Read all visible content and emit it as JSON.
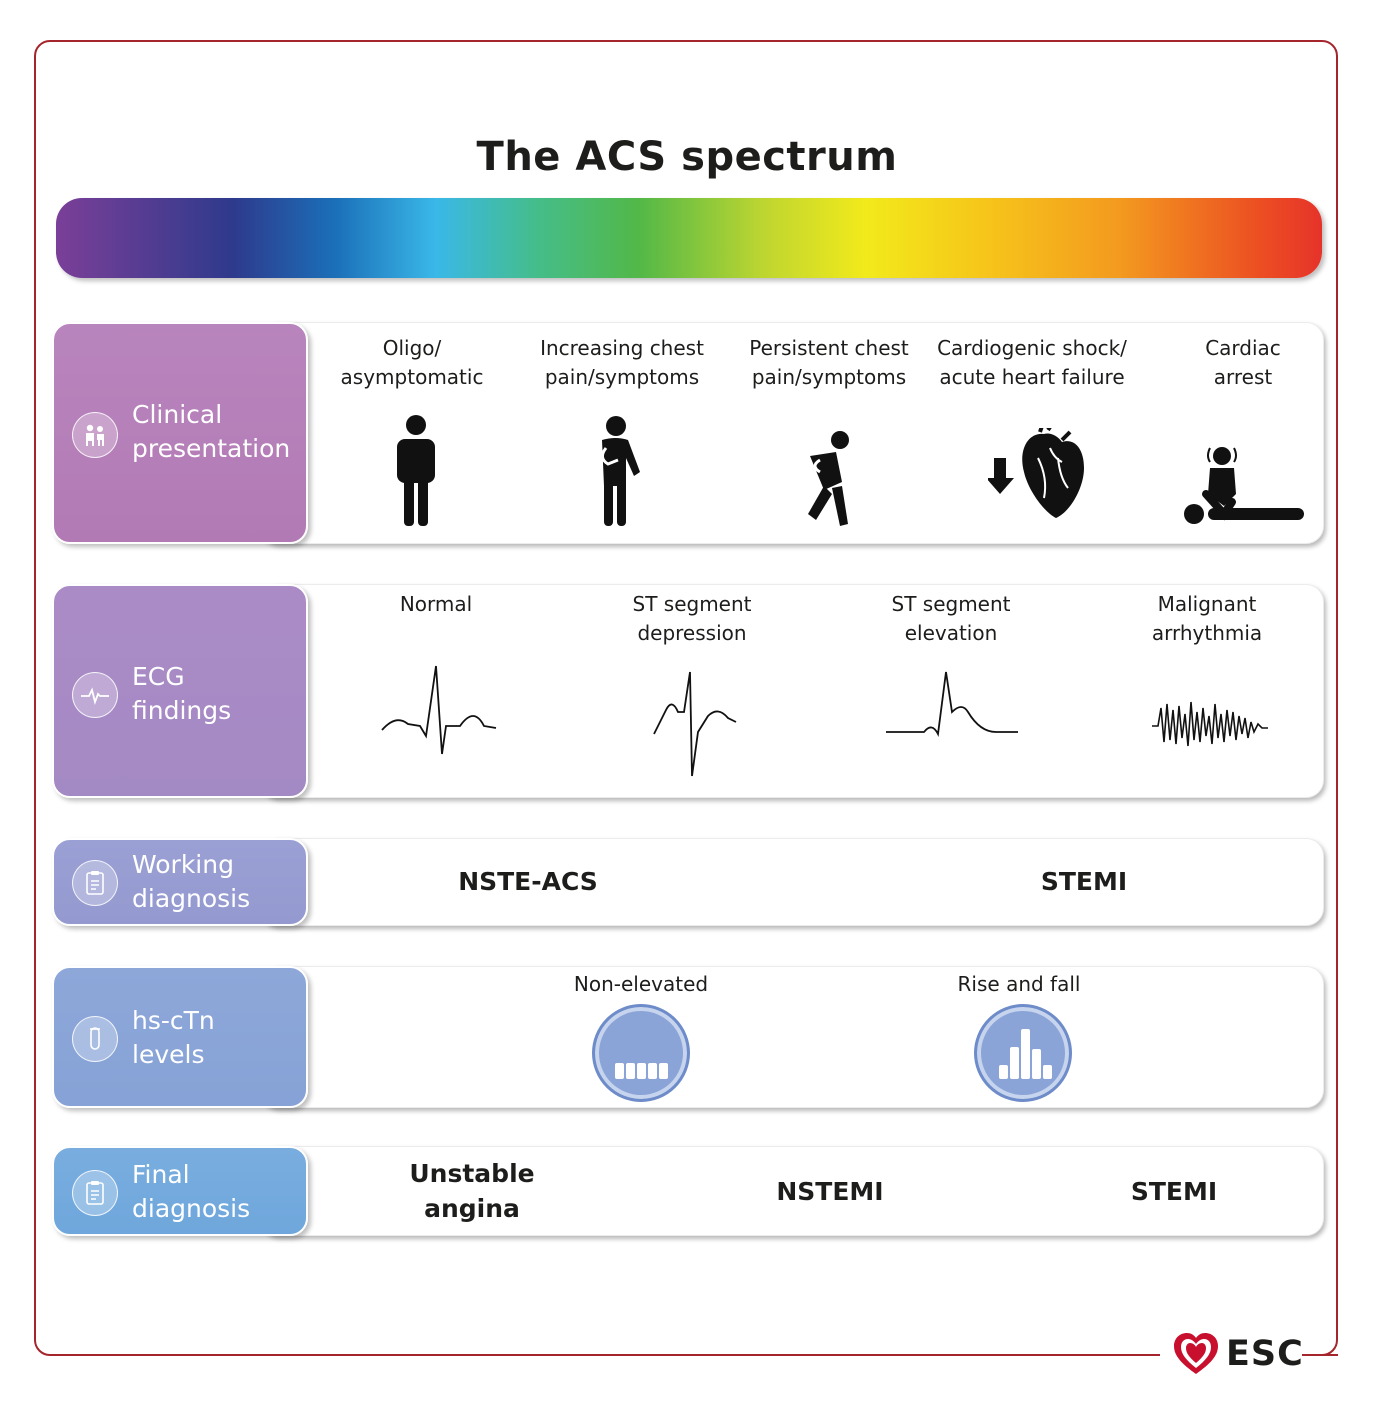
{
  "title": "The ACS spectrum",
  "rows": {
    "clinical": {
      "label": [
        "Clinical",
        "presentation"
      ],
      "items": [
        {
          "lines": [
            "Oligo/",
            "asymptomatic"
          ],
          "icon": "standing-person-icon"
        },
        {
          "lines": [
            "Increasing chest",
            "pain/symptoms"
          ],
          "icon": "chest-pain-person-icon"
        },
        {
          "lines": [
            "Persistent chest",
            "pain/symptoms"
          ],
          "icon": "collapsing-person-icon"
        },
        {
          "lines": [
            "Cardiogenic shock/",
            "acute heart failure"
          ],
          "icon": "heart-failure-icon"
        },
        {
          "lines": [
            "Cardiac",
            "arrest"
          ],
          "icon": "cpr-icon"
        }
      ]
    },
    "ecg": {
      "label": [
        "ECG",
        "findings"
      ],
      "items": [
        {
          "lines": [
            "Normal"
          ],
          "icon": "ecg-normal-icon"
        },
        {
          "lines": [
            "ST segment",
            "depression"
          ],
          "icon": "ecg-st-depression-icon"
        },
        {
          "lines": [
            "ST segment",
            "elevation"
          ],
          "icon": "ecg-st-elevation-icon"
        },
        {
          "lines": [
            "Malignant",
            "arrhythmia"
          ],
          "icon": "ecg-arrhythmia-icon"
        }
      ]
    },
    "working": {
      "label": [
        "Working",
        "diagnosis"
      ],
      "items": [
        "NSTE-ACS",
        "STEMI"
      ]
    },
    "troponin": {
      "label": [
        "hs-cTn",
        "levels"
      ],
      "items": [
        {
          "lines": [
            "Non-elevated"
          ],
          "icon": "troponin-flat-icon"
        },
        {
          "lines": [
            "Rise and fall"
          ],
          "icon": "troponin-rise-icon"
        }
      ]
    },
    "final": {
      "label": [
        "Final",
        "diagnosis"
      ],
      "items": [
        [
          "Unstable",
          "angina"
        ],
        [
          "NSTEMI"
        ],
        [
          "STEMI"
        ]
      ]
    }
  },
  "colors": {
    "frame": "#a4262c",
    "clinical": "#b87bb8",
    "ecg": "#a98cc4",
    "working": "#9a9fd3",
    "troponin": "#8aa6d8",
    "final": "#74a8de"
  },
  "logo": "ESC"
}
